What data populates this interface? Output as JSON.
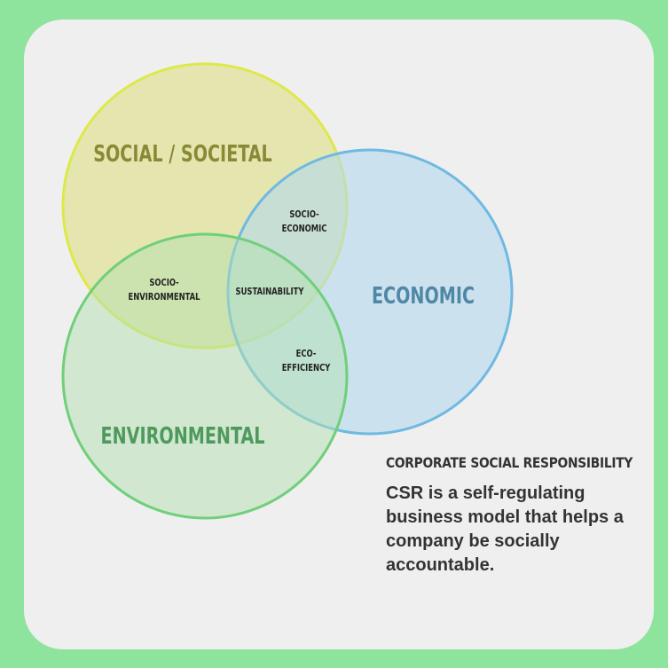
{
  "colors": {
    "background": "#8ee39d",
    "card": "#efefef",
    "social_fill": "#e6e7a2",
    "social_stroke": "#dfe84a",
    "social_label": "#8a8a36",
    "economic_fill": "#b7dcee",
    "economic_stroke": "#6fb9e2",
    "economic_label": "#4f88a6",
    "environmental_fill": "#b9e2b7",
    "environmental_stroke": "#6fcf7a",
    "environmental_label": "#4e9a5e",
    "overlap_label": "#222222",
    "text": "#333333"
  },
  "diagram": {
    "circles": {
      "social": "SOCIAL / SOCIETAL",
      "economic": "ECONOMIC",
      "environmental": "ENVIRONMENTAL"
    },
    "overlaps": {
      "socio_economic": [
        "SOCIO-",
        "ECONOMIC"
      ],
      "socio_environmental": [
        "SOCIO-",
        "ENVIRONMENTAL"
      ],
      "sustainability": "SUSTAINABILITY",
      "eco_efficiency": [
        "ECO-",
        "EFFICIENCY"
      ]
    }
  },
  "info": {
    "heading": "CORPORATE SOCIAL RESPONSIBILITY",
    "body": "CSR is a self-regulating business model that helps a company be socially accountable."
  }
}
